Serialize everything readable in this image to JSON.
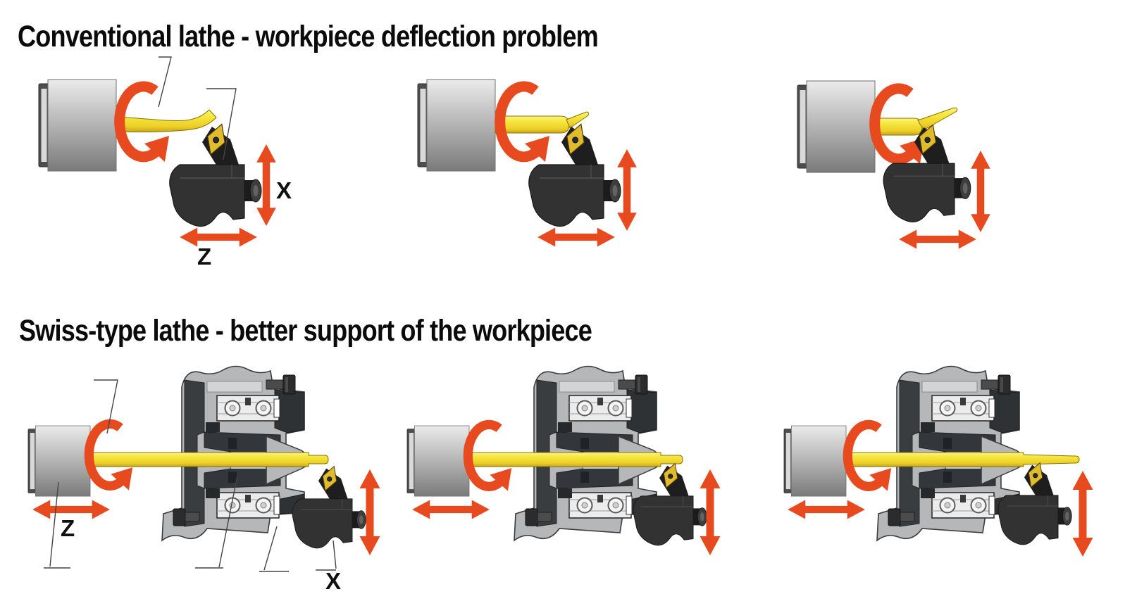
{
  "sections": [
    {
      "id": "conventional",
      "title": "Conventional lathe - workpiece deflection problem",
      "axis_labels": {
        "x": "X",
        "z": "Z"
      },
      "figure_count": 3
    },
    {
      "id": "swiss",
      "title": "Swiss-type lathe - better support of the workpiece",
      "axis_labels": {
        "x": "X",
        "z": "Z"
      },
      "figure_count": 3
    }
  ],
  "colors": {
    "arrow_red": "#e64a1e",
    "workpiece_yellow": "#f5e53c",
    "insert_gold": "#e0bb2e",
    "housing_gray": "#b5b7b9",
    "leader_line": "#444444",
    "text_black": "#0b0b0b",
    "background": "#ffffff"
  }
}
